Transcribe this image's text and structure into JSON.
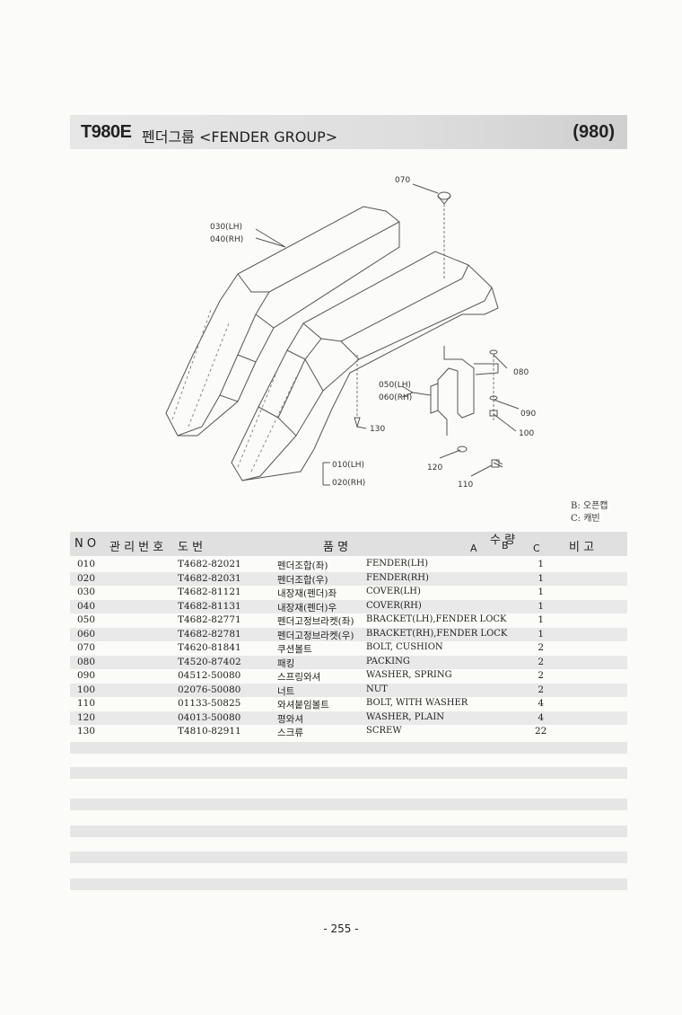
{
  "header": {
    "model": "T980E",
    "name": "펜더그룹 <FENDER GROUP>",
    "code": "(980)"
  },
  "diagram": {
    "callouts": [
      "070",
      "030(LH)",
      "040(RH)",
      "080",
      "050(LH)",
      "060(RH)",
      "090",
      "100",
      "130",
      "010(LH)",
      "020(RH)",
      "120",
      "110"
    ]
  },
  "legend": {
    "b": "B: 오픈캡",
    "c": "C: 캐빈"
  },
  "table": {
    "headers": {
      "no": "N O",
      "mgmt": "관 리 번 호",
      "drawing": "도          번",
      "name": "품                  명",
      "qty": "수   량",
      "qty_a": "A",
      "qty_b": "B",
      "qty_c": "C",
      "remarks": "비     고"
    },
    "rows": [
      {
        "no": "010",
        "part": "T4682-82021",
        "kr": "펜더조합(좌)",
        "en": "FENDER(LH)",
        "qty": "1"
      },
      {
        "no": "020",
        "part": "T4682-82031",
        "kr": "펜더조합(우)",
        "en": "FENDER(RH)",
        "qty": "1"
      },
      {
        "no": "030",
        "part": "T4682-81121",
        "kr": "내장재(펜더)좌",
        "en": "COVER(LH)",
        "qty": "1"
      },
      {
        "no": "040",
        "part": "T4682-81131",
        "kr": "내장재(펜더)우",
        "en": "COVER(RH)",
        "qty": "1"
      },
      {
        "no": "050",
        "part": "T4682-82771",
        "kr": "펜더고정브라켓(좌)",
        "en": "BRACKET(LH),FENDER LOCK",
        "qty": "1"
      },
      {
        "no": "060",
        "part": "T4682-82781",
        "kr": "펜더고정브라켓(우)",
        "en": "BRACKET(RH),FENDER LOCK",
        "qty": "1"
      },
      {
        "no": "070",
        "part": "T4620-81841",
        "kr": "쿠션볼트",
        "en": "BOLT, CUSHION",
        "qty": "2"
      },
      {
        "no": "080",
        "part": "T4520-87402",
        "kr": "패킹",
        "en": "PACKING",
        "qty": "2"
      },
      {
        "no": "090",
        "part": "04512-50080",
        "kr": "스프링와셔",
        "en": "WASHER, SPRING",
        "qty": "2"
      },
      {
        "no": "100",
        "part": "02076-50080",
        "kr": "너트",
        "en": "NUT",
        "qty": "2"
      },
      {
        "no": "110",
        "part": "01133-50825",
        "kr": "와셔붙임볼트",
        "en": "BOLT, WITH WASHER",
        "qty": "4"
      },
      {
        "no": "120",
        "part": "04013-50080",
        "kr": "평와셔",
        "en": "WASHER, PLAIN",
        "qty": "4"
      },
      {
        "no": "130",
        "part": "T4810-82911",
        "kr": "스크류",
        "en": "SCREW",
        "qty": "22"
      }
    ]
  },
  "footer": {
    "page": "- 255 -"
  }
}
